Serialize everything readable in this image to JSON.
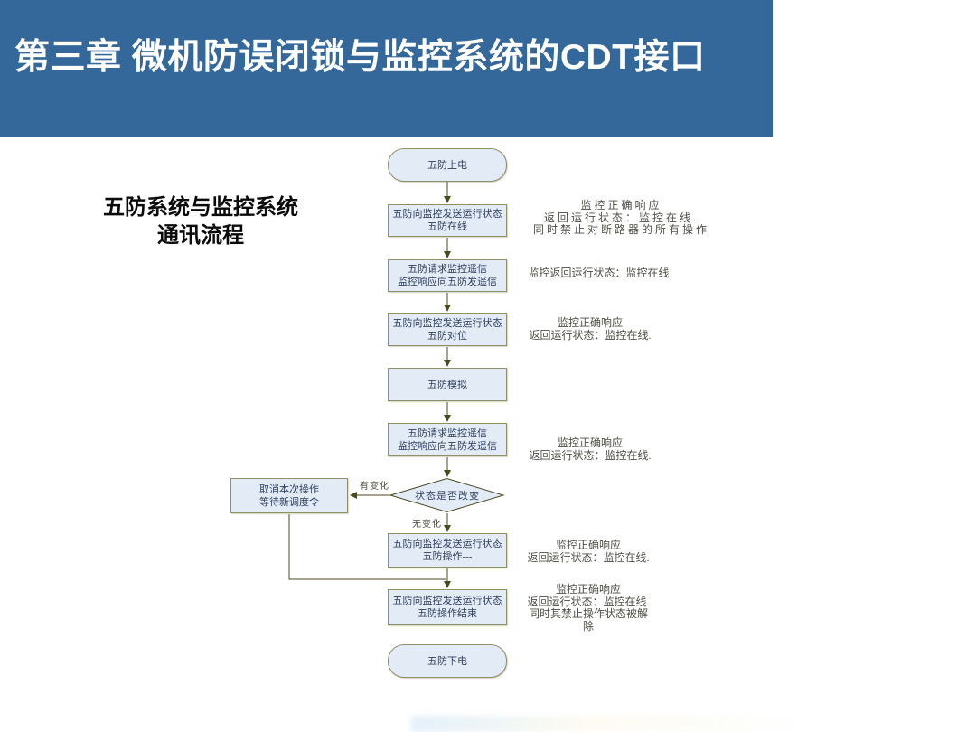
{
  "header": {
    "title": "第三章 微机防误闭锁与监控系统的CDT接口",
    "bg_color": "#34689A"
  },
  "caption": {
    "text": "五防系统与监控系统\n通讯流程"
  },
  "flowchart": {
    "nodes": {
      "start": "五防上电",
      "send_online": "五防向监控发送运行状态\n五防在线",
      "request_telemetry_1": "五防请求监控遥信\n监控响应向五防发遥信",
      "send_align": "五防向监控发送运行状态\n五防对位",
      "simulate": "五防模拟",
      "request_telemetry_2": "五防请求监控遥信\n监控响应向五防发遥信",
      "decision": "状态是否改变",
      "cancel": "取消本次操作\n等待新调度令",
      "send_operate": "五防向监控发送运行状态\n五防操作---",
      "send_finish": "五防向监控发送运行状态\n五防操作结束",
      "end": "五防下电"
    },
    "branch_labels": {
      "changed": "有变化",
      "unchanged": "无变化"
    },
    "annotations": {
      "online": "监控正确响应\n返回运行状态：监控在线.\n同时禁止对断路器的所有操作",
      "telemetry1": "监控返回运行状态：监控在线",
      "align": "监控正确响应\n返回运行状态：监控在线.",
      "telemetry2": "监控正确响应\n返回运行状态：监控在线.",
      "operate": "监控正确响应\n返回运行状态：监控在线.",
      "finish": "监控正确响应\n返回运行状态：监控在线.\n同时其禁止操作状态被解\n除"
    },
    "colors": {
      "node_fill": "#E2EBF6",
      "node_border": "#8F8F68",
      "connector": "#4A4A22"
    }
  }
}
